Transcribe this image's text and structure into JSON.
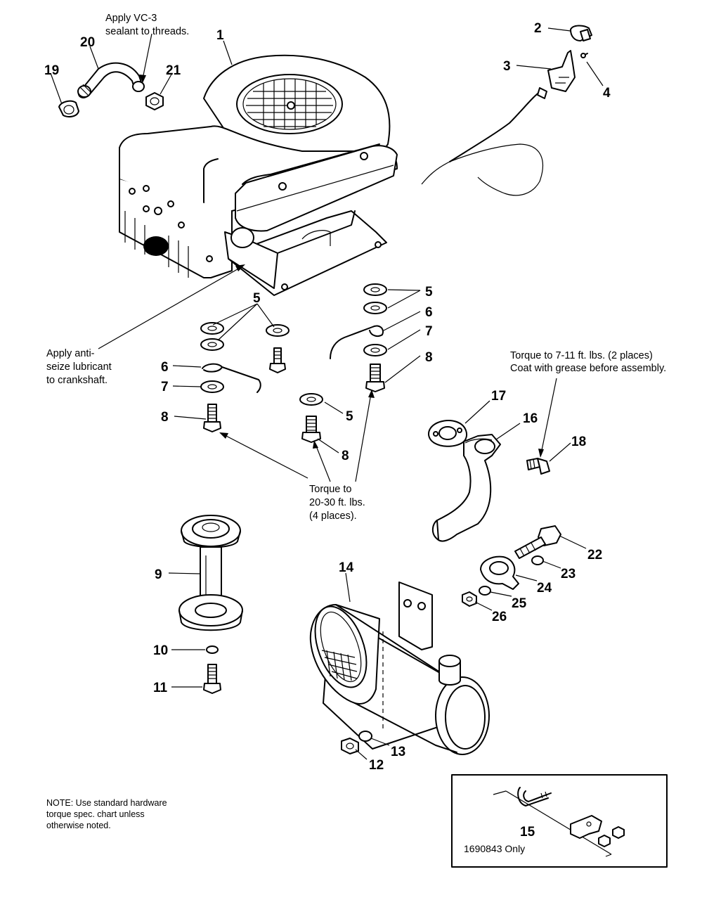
{
  "callouts": {
    "c1": "1",
    "c2": "2",
    "c3": "3",
    "c4": "4",
    "c5a": "5",
    "c5b": "5",
    "c5c": "5",
    "c6a": "6",
    "c6b": "6",
    "c7a": "7",
    "c7b": "7",
    "c8a": "8",
    "c8b": "8",
    "c8c": "8",
    "c9": "9",
    "c10": "10",
    "c11": "11",
    "c12": "12",
    "c13": "13",
    "c14": "14",
    "c15": "15",
    "c16": "16",
    "c17": "17",
    "c18": "18",
    "c19": "19",
    "c20": "20",
    "c21": "21",
    "c22": "22",
    "c23": "23",
    "c24": "24",
    "c25": "25",
    "c26": "26"
  },
  "notes": {
    "vc3_line1": "Apply VC-3",
    "vc3_line2": "sealant to threads.",
    "antiseize_line1": "Apply anti-",
    "antiseize_line2": "seize lubricant",
    "antiseize_line3": "to crankshaft.",
    "torque_muffler_line1": "Torque to 7-11 ft. lbs. (2 places)",
    "torque_muffler_line2": "Coat with grease before assembly.",
    "torque_mount_line1": "Torque to",
    "torque_mount_line2": "20-30 ft. lbs.",
    "torque_mount_line3": "(4 places).",
    "hardware_line1": "NOTE: Use standard hardware",
    "hardware_line2": "torque spec. chart unless",
    "hardware_line3": "otherwise noted."
  },
  "inset": {
    "label": "1690843 Only"
  }
}
